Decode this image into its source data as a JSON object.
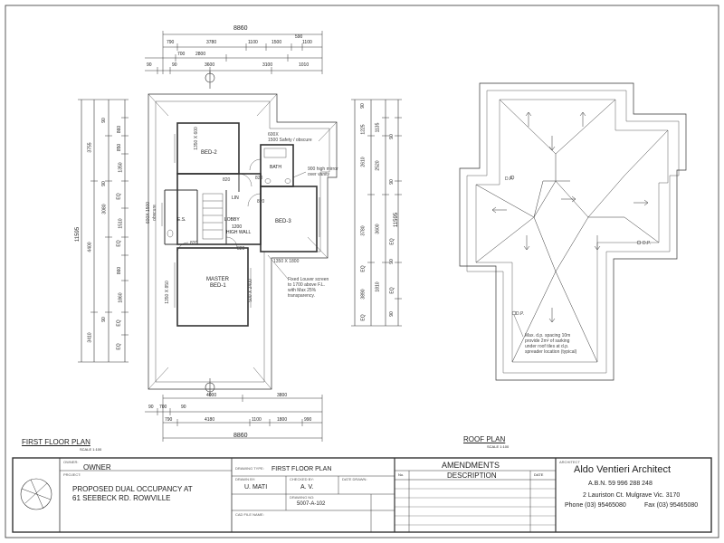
{
  "first_floor": {
    "title": "FIRST FLOOR PLAN",
    "scale": "SCALE  1:100",
    "dims_top": {
      "overall": "8860",
      "row1": [
        "790",
        "3780",
        "1100",
        "1500",
        "590",
        "1100"
      ],
      "row2": [
        "700",
        "2800",
        "3100",
        "1010"
      ],
      "row3": [
        "90",
        "90",
        "3600"
      ]
    },
    "dims_bottom": {
      "row1": [
        "4000",
        "3800"
      ],
      "row2": [
        "90",
        "700",
        "90"
      ],
      "row3": [
        "790",
        "4180",
        "1100",
        "1800",
        "990"
      ],
      "overall": "8860"
    },
    "dims_left": {
      "overall": "11595",
      "major": [
        "3755",
        "4400",
        "3410"
      ],
      "minor": [
        "90",
        "860",
        "850",
        "1350",
        "3080",
        "1510",
        "860",
        "1860",
        "EQ",
        "EQ",
        "90",
        "EQ",
        "EQ",
        "90"
      ]
    },
    "dims_right": {
      "overall": "11595",
      "major": [
        "2610",
        "3780",
        "3890"
      ],
      "minor": [
        "90",
        "1225",
        "1135",
        "90",
        "2520",
        "90",
        "3600",
        "90",
        "1810",
        "EQ",
        "EQ",
        "90",
        "EQ",
        "EQ"
      ]
    },
    "rooms": {
      "bed2": "BED-2",
      "bath": "BATH",
      "lobby": "LOBBY",
      "bed3": "BED-3",
      "master_line1": "MASTER",
      "master_line2": "BED-1",
      "es": "E.S.",
      "lin": "LIN",
      "high_wall_1": "1200",
      "high_wall_2": "HIGH WALL"
    },
    "window_notes": {
      "bath_window_1": "600X",
      "bath_window_2": "1500  Safety / obscure",
      "mirror_1": "900 high mirror",
      "mirror_2": "over vanity",
      "louver_1": "Fixed Louver screen",
      "louver_2": "to 1700 above F.L.",
      "louver_3": "with Max 25%",
      "louver_4": "transparency.",
      "bed3_window": "1350 X 1800",
      "bed2_window": "1350 X 600",
      "es_window_1": "600X 1500",
      "es_window_2": "obscure",
      "master_window": "1350 X 850",
      "master_side": "500 X 2400"
    },
    "door_sizes": [
      "820",
      "820",
      "820",
      "820",
      "820"
    ]
  },
  "roof_plan": {
    "title": "ROOF PLAN",
    "scale": "SCALE  1:100",
    "dp_labels": [
      "D.P.",
      "D.P.",
      "D.P."
    ],
    "note_1": "Max. d.p. spacing 10m",
    "note_2": "provide 2m² of sarking",
    "note_3": "under roof tiles at d.p.",
    "note_4": "spreader location (typical)"
  },
  "title_block": {
    "owner_label": "OWNER:",
    "owner_value": "OWNER",
    "project_label": "PROJECT:",
    "project_line1": "PROPOSED DUAL OCCUPANCY AT",
    "project_line2": "61 SEEBECK RD. ROWVILLE",
    "drawing_type_label": "DRAWING TYPE:",
    "drawing_type_value": "FIRST FLOOR PLAN",
    "drawn_label": "DRAWN BY:",
    "drawn_value": "U. MATI",
    "checked_label": "CHECKED BY:",
    "checked_value": "A. V.",
    "date_label": "DATE DRAWN:",
    "drawing_no_label": "DRAWING NO:",
    "drawing_no_value": "5007-A-102",
    "cad_label": "CAD FILE NAME:",
    "amendments_title": "AMENDMENTS",
    "amend_cols": [
      "No.",
      "DESCRIPTION",
      "DATE"
    ],
    "architect_label": "ARCHITECT",
    "architect_name": "Aldo Ventieri Architect",
    "abn": "A.B.N.   59 996 288 248",
    "address": "2 Lauriston Ct. Mulgrave Vic. 3170",
    "phone": "Phone  (03) 95465080",
    "fax": "Fax  (03) 95465080"
  }
}
